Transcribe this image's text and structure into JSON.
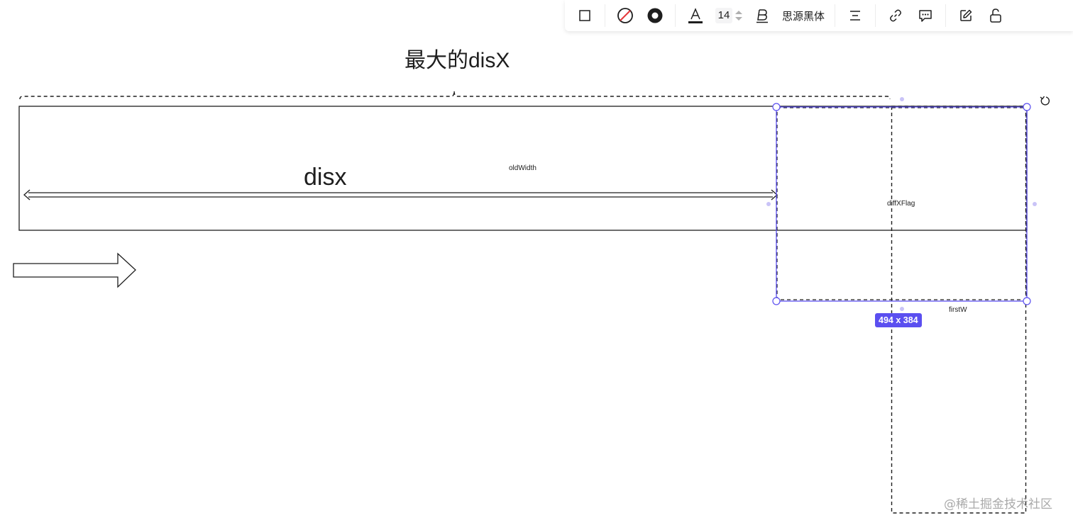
{
  "toolbar": {
    "icons": [
      "square-icon",
      "no-fill-icon",
      "stroke-dot-icon",
      "text-color-icon",
      "bold-icon",
      "align-center-icon",
      "link-icon",
      "comment-icon",
      "edit-icon",
      "unlock-icon"
    ],
    "font_size": "14",
    "font_name": "思源黑体",
    "text_color": "#1e1e1e"
  },
  "canvas": {
    "title_label": "最大的disX",
    "disx_label": "disx",
    "oldwidth_label": "oldWidth",
    "diffxflag_label": "diffXFlag",
    "firstw_label": "firstW",
    "selection_size": "494 x 384",
    "watermark": "@稀土掘金技术社区"
  },
  "colors": {
    "selection": "#5b4ff0",
    "selection_handle_dot": "#c9c3f7",
    "stroke": "#1e1e1e",
    "background": "#ffffff"
  }
}
